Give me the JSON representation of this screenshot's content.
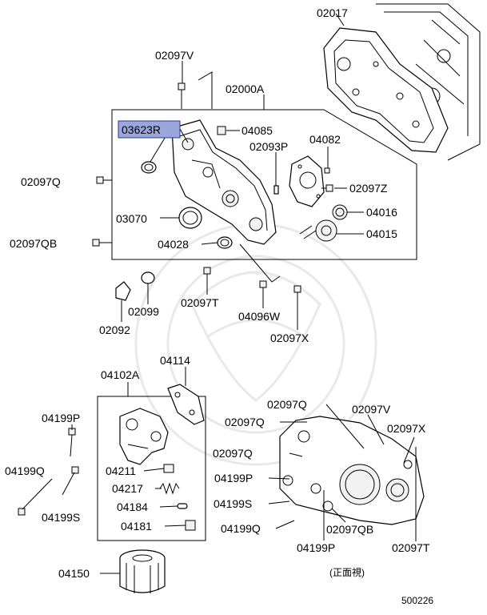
{
  "parts": {
    "p02017": "02017",
    "p02097V_top": "02097V",
    "p02000A": "02000A",
    "p03623R": "03623R",
    "p04085": "04085",
    "p02093P": "02093P",
    "p04082": "04082",
    "p02097Q_left": "02097Q",
    "p02097Z": "02097Z",
    "p04016": "04016",
    "p03070": "03070",
    "p04015": "04015",
    "p02097QB_left": "02097QB",
    "p04028": "04028",
    "p02097T_mid": "02097T",
    "p02099": "02099",
    "p04096W": "04096W",
    "p02092": "02092",
    "p02097X_mid": "02097X",
    "p04114": "04114",
    "p04102A": "04102A",
    "p04199P_left": "04199P",
    "p04211": "04211",
    "p04199Q_left": "04199Q",
    "p04217": "04217",
    "p04184": "04184",
    "p04199S_left": "04199S",
    "p04181": "04181",
    "p04150": "04150",
    "p02097Q_r1": "02097Q",
    "p02097V_r": "02097V",
    "p02097Q_r2": "02097Q",
    "p02097X_r": "02097X",
    "p02097Q_r3": "02097Q",
    "p04199P_r1": "04199P",
    "p04199S_r": "04199S",
    "p02097QB_r": "02097QB",
    "p02097T_r": "02097T",
    "p04199Q_r": "04199Q",
    "p04199P_r2": "04199P"
  },
  "view_note": "(正面視)",
  "diagram_number": "500226",
  "highlight_color": "#9aa6dc"
}
